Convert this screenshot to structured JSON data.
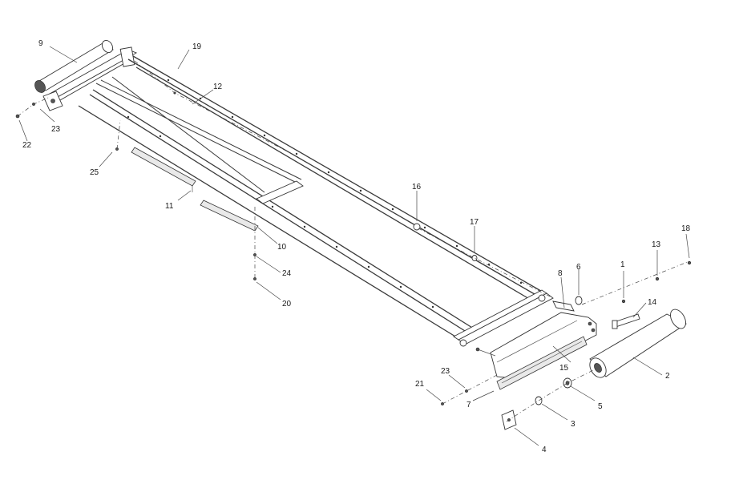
{
  "callouts": {
    "c9": "9",
    "c19": "19",
    "c12": "12",
    "c23a": "23",
    "c22": "22",
    "c25": "25",
    "c11": "11",
    "c16": "16",
    "c17": "17",
    "c10": "10",
    "c24": "24",
    "c20": "20",
    "c8": "8",
    "c6": "6",
    "c1": "1",
    "c13": "13",
    "c18": "18",
    "c14": "14",
    "c15": "15",
    "c2": "2",
    "c23b": "23",
    "c21": "21",
    "c7": "7",
    "c5": "5",
    "c3": "3",
    "c4": "4"
  }
}
